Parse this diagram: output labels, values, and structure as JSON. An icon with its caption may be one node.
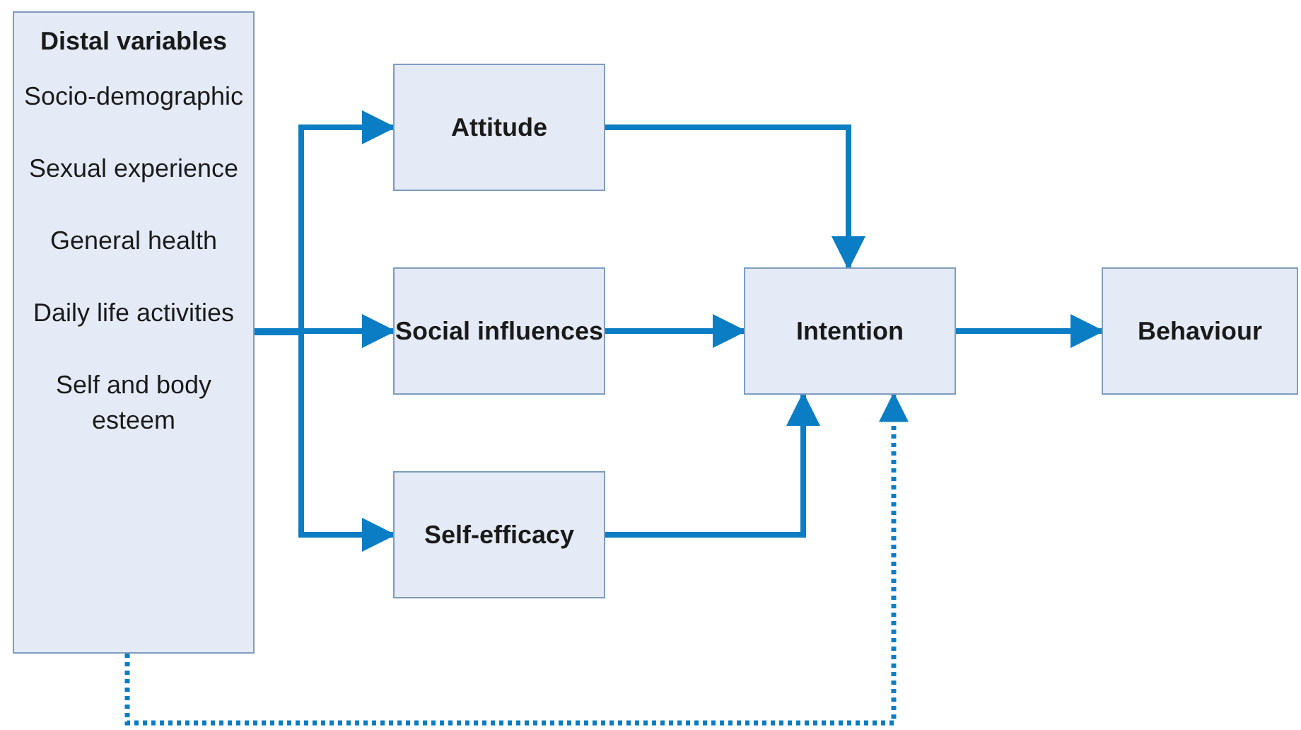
{
  "diagram": {
    "nodes": [
      {
        "text": [
          "Distal variables",
          "Socio-demographic",
          "Sexual experience",
          "General health",
          "Daily life activities",
          "Self and body esteem"
        ]
      },
      {
        "text": [
          "Attitude"
        ]
      },
      {
        "text": [
          "Social influences"
        ]
      },
      {
        "text": [
          "Self-efficacy"
        ]
      },
      {
        "text": [
          "Intention"
        ]
      },
      {
        "text": [
          "Behaviour"
        ]
      }
    ],
    "edges": [
      {
        "from": 0,
        "to": 1,
        "arrow": "to"
      },
      {
        "from": 0,
        "to": 2,
        "arrow": "to"
      },
      {
        "from": 0,
        "to": 3,
        "arrow": "to"
      },
      {
        "from": 1,
        "to": 4,
        "arrow": "to"
      },
      {
        "from": 2,
        "to": 4,
        "arrow": "to"
      },
      {
        "from": 3,
        "to": 4,
        "arrow": "to"
      },
      {
        "from": 4,
        "to": 5,
        "arrow": "to"
      },
      {
        "from": 0,
        "to": 4,
        "arrow": "to",
        "style": "dashed"
      }
    ]
  }
}
